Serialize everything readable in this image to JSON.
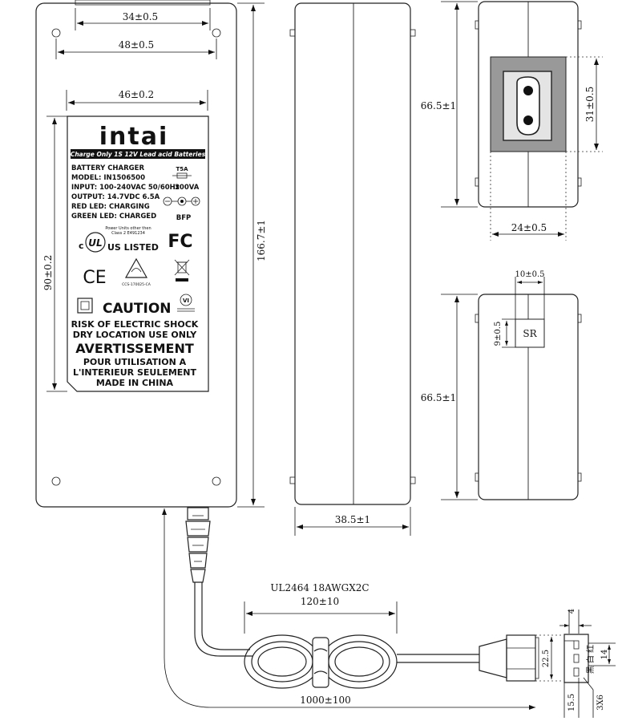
{
  "dimensions": {
    "top_bracket_width": "34±0.5",
    "top_hole_spacing": "48±0.5",
    "label_width": "46±0.2",
    "label_height": "90±0.2",
    "body_length": "166.7±1",
    "side_thickness": "38.5±1",
    "end_height_top": "66.5±1",
    "inlet_height": "31±0.5",
    "inlet_width": "24±0.5",
    "sr_width": "10±0.5",
    "sr_height": "9±0.5",
    "end_height_bottom": "66.5±1",
    "cable_spec": "UL2464 18AWGX2C",
    "cable_coil_length": "120±10",
    "cable_length": "1000±100",
    "plug_body": "22.5",
    "plug_pin_span": "14",
    "plug_tab": "4",
    "plug_offset": "15.5",
    "plug_pins": "3X6"
  },
  "label": {
    "brand": "intai",
    "banner": "Charge Only 1S 12V Lead acid Batteries",
    "line1": "BATTERY CHARGER",
    "line2": "MODEL: IN1506500",
    "line3": "INPUT: 100-240VAC 50/60Hz",
    "line3b": "300VA",
    "line4": "OUTPUT: 14.7VDC 6.5A",
    "line5": "RED LED: CHARGING",
    "line6": "GREEN LED: CHARGED",
    "fuse": "T5A",
    "bfp": "BFP",
    "ul_note_1": "Power Units other then",
    "ul_note_2": "Class 2 E491234",
    "ul_listed": "US LISTED",
    "ul_c": "c",
    "ul_mark": "UL",
    "fcc": "FC",
    "ce": "CE",
    "rcm_code": "CCS-170025-CA",
    "caution": "CAUTION",
    "vi": "VI",
    "warn1": "RISK OF ELECTRIC SHOCK",
    "warn2": "DRY LOCATION USE ONLY",
    "avert": "AVERTISSEMENT",
    "fr1": "POUR UTILISATION A",
    "fr2": "L'INTERIEUR SEULEMENT",
    "made": "MADE IN CHINA"
  },
  "sr_tag": "SR",
  "pin_colors": "黑 白 红"
}
